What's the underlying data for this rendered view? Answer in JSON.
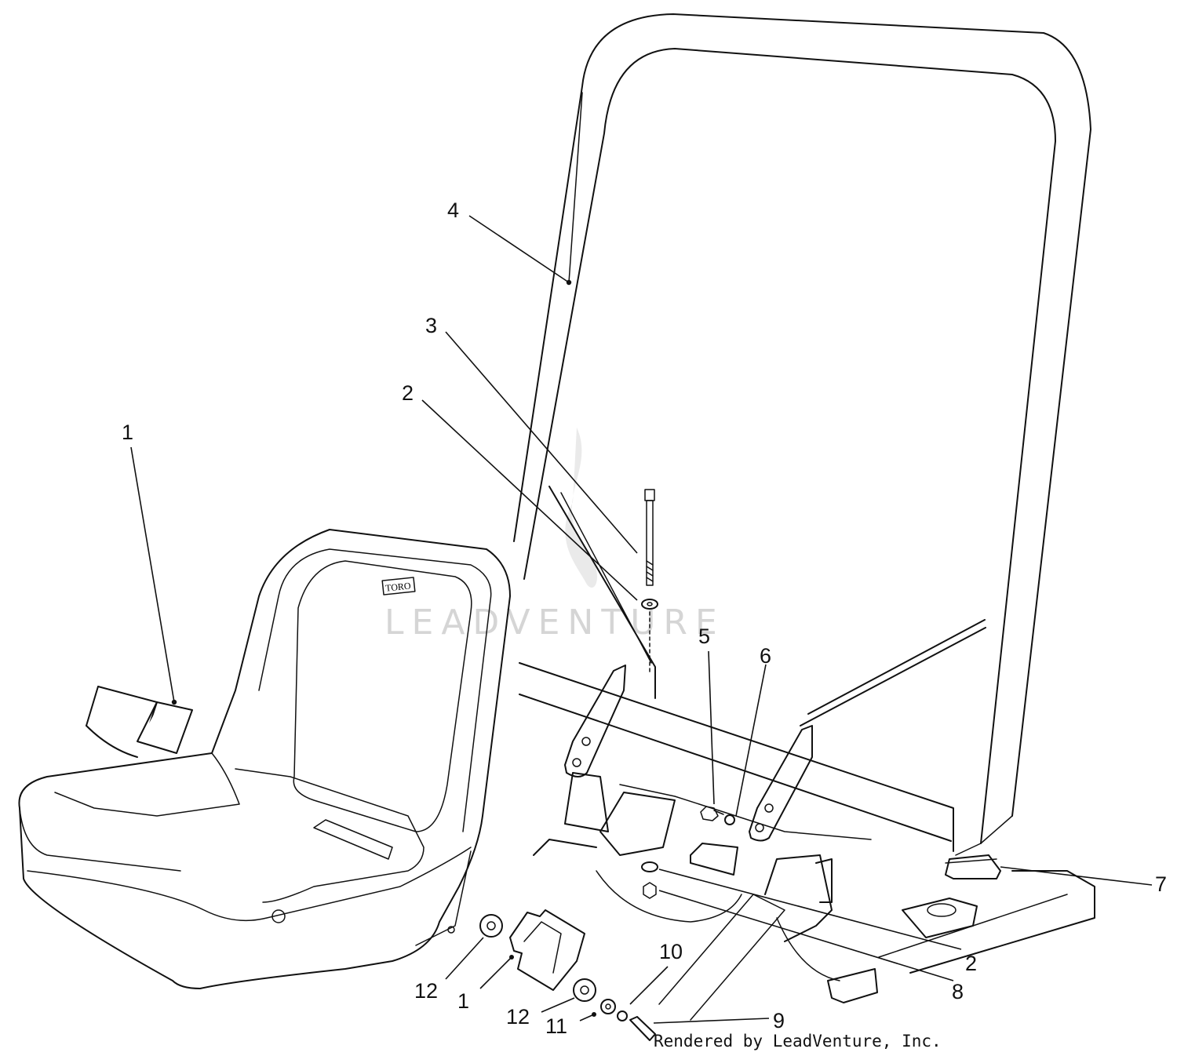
{
  "callouts": [
    {
      "id": "1",
      "part": "seat belt buckle"
    },
    {
      "id": "1",
      "part": "seat belt latch"
    },
    {
      "id": "2",
      "part": "washer upper"
    },
    {
      "id": "2",
      "part": "washer lower"
    },
    {
      "id": "3",
      "part": "bolt"
    },
    {
      "id": "4",
      "part": "roll bar"
    },
    {
      "id": "5",
      "part": "bolt"
    },
    {
      "id": "6",
      "part": "washer"
    },
    {
      "id": "7",
      "part": "bumper"
    },
    {
      "id": "8",
      "part": "nut"
    },
    {
      "id": "9",
      "part": "bolt"
    },
    {
      "id": "10",
      "part": "lock washer"
    },
    {
      "id": "11",
      "part": "washer"
    },
    {
      "id": "12",
      "part": "spacer upper"
    },
    {
      "id": "12",
      "part": "spacer lower"
    }
  ],
  "seat_logo": "TORO",
  "watermark": "LEADVENTURE",
  "credit": "Rendered by LeadVenture, Inc."
}
